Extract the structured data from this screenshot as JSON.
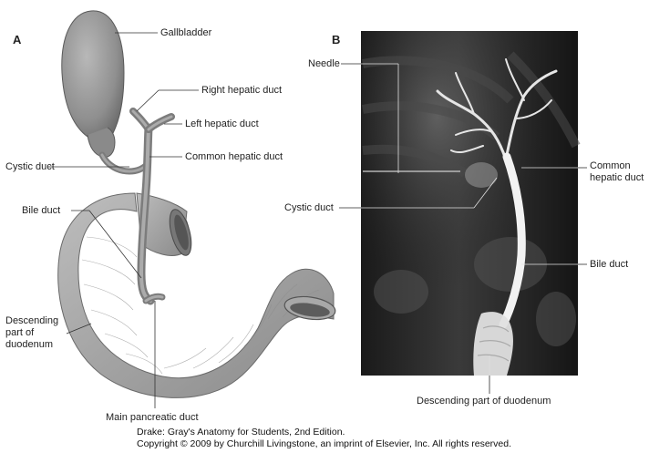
{
  "panels": {
    "a": {
      "letter": "A",
      "labels": {
        "gallbladder": "Gallbladder",
        "right_hepatic_duct": "Right hepatic duct",
        "left_hepatic_duct": "Left hepatic duct",
        "common_hepatic_duct": "Common hepatic duct",
        "cystic_duct": "Cystic duct",
        "bile_duct": "Bile duct",
        "descending_duodenum_1": "Descending",
        "descending_duodenum_2": "part of",
        "descending_duodenum_3": "duodenum",
        "main_pancreatic_duct": "Main pancreatic duct"
      }
    },
    "b": {
      "letter": "B",
      "labels": {
        "needle": "Needle",
        "common_hepatic_duct_1": "Common",
        "common_hepatic_duct_2": "hepatic duct",
        "cystic_duct": "Cystic duct",
        "bile_duct": "Bile duct",
        "descending_duodenum": "Descending part of duodenum"
      }
    }
  },
  "credit": {
    "line1": "Drake: Gray's Anatomy for Students, 2nd Edition.",
    "line2": "Copyright © 2009 by Churchill Livingstone, an imprint of Elsevier, Inc. All rights reserved."
  }
}
